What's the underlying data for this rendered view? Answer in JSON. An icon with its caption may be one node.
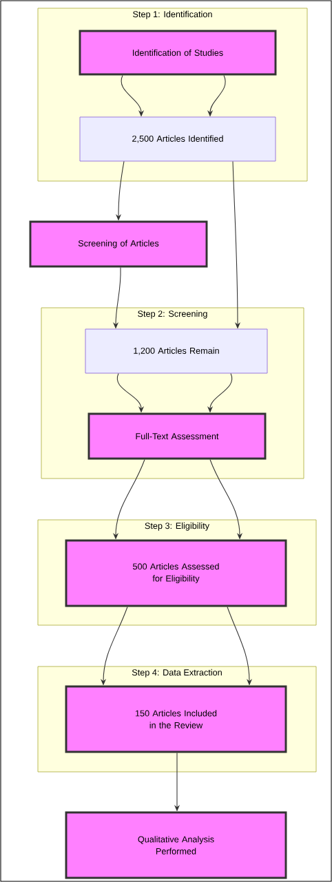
{
  "diagram": {
    "nodes": [
      {
        "text": [
          "Step 1: Identification"
        ]
      },
      {
        "text": [
          "Identification of Studies"
        ],
        "in": 0
      },
      {
        "text": [
          "2,500 Articles Identified"
        ],
        "in": 0
      },
      {
        "text": [
          "Screening of Articles"
        ]
      },
      {
        "text": [
          "Step 2: Screening"
        ]
      },
      {
        "text": [
          "1,200 Articles Remain"
        ],
        "in": 4
      },
      {
        "text": [
          "Full-Text Assessment"
        ],
        "in": 4
      },
      {
        "text": [
          "Step 3: Eligibility"
        ]
      },
      {
        "text": [
          "500 Articles Assessed for Eligibility"
        ],
        "in": 7
      },
      {
        "text": [
          "Step 4: Data Extraction"
        ]
      },
      {
        "text": [
          "150 Articles Included in the Review"
        ],
        "in": 9
      },
      {
        "text": [
          "Qualitative Analysis Performed"
        ]
      }
    ],
    "edges": [
      {
        "from": 1,
        "to": 2,
        "arrow": "to"
      },
      {
        "from": 1,
        "to": 2,
        "arrow": "to"
      },
      {
        "from": 2,
        "to": 3,
        "arrow": "to"
      },
      {
        "from": 2,
        "to": 5,
        "arrow": "to"
      },
      {
        "from": 3,
        "to": 5,
        "arrow": "to"
      },
      {
        "from": 5,
        "to": 6,
        "arrow": "to"
      },
      {
        "from": 5,
        "to": 6,
        "arrow": "to"
      },
      {
        "from": 6,
        "to": 8,
        "arrow": "to"
      },
      {
        "from": 6,
        "to": 8,
        "arrow": "to"
      },
      {
        "from": 8,
        "to": 10,
        "arrow": "to"
      },
      {
        "from": 8,
        "to": 10,
        "arrow": "to"
      },
      {
        "from": 10,
        "to": 11,
        "arrow": "to"
      }
    ]
  }
}
